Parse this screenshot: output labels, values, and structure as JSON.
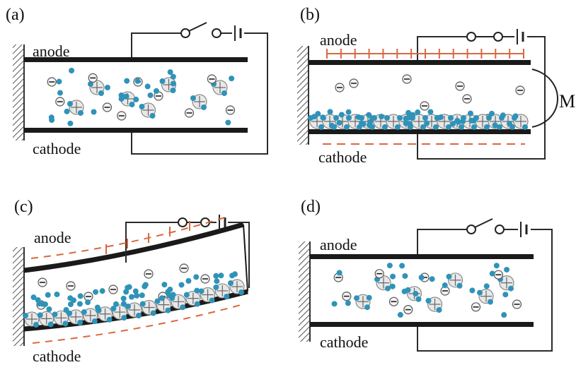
{
  "panels": [
    {
      "id": "a",
      "panel_label": "(a)",
      "top_label": "anode",
      "bottom_label": "cathode",
      "state": "neutral",
      "side_label": ""
    },
    {
      "id": "b",
      "panel_label": "(b)",
      "top_label": "anode",
      "bottom_label": "cathode",
      "state": "charged",
      "side_label": "M"
    },
    {
      "id": "c",
      "panel_label": "(c)",
      "top_label": "anode",
      "bottom_label": "cathode",
      "state": "bent",
      "side_label": ""
    },
    {
      "id": "d",
      "panel_label": "(d)",
      "top_label": "anode",
      "bottom_label": "cathode",
      "state": "neutral",
      "side_label": ""
    }
  ],
  "colors": {
    "electrode": "#1a1a1a",
    "wire": "#2a2a2a",
    "cation": "#2f93b8",
    "anion_ring": "#555555",
    "charge": "#d9683f",
    "hatch": "#555555"
  },
  "icons": [
    "anion-icon",
    "cation-icon",
    "large-cation-icon",
    "switch-icon",
    "battery-icon",
    "hatched-wall-icon"
  ]
}
